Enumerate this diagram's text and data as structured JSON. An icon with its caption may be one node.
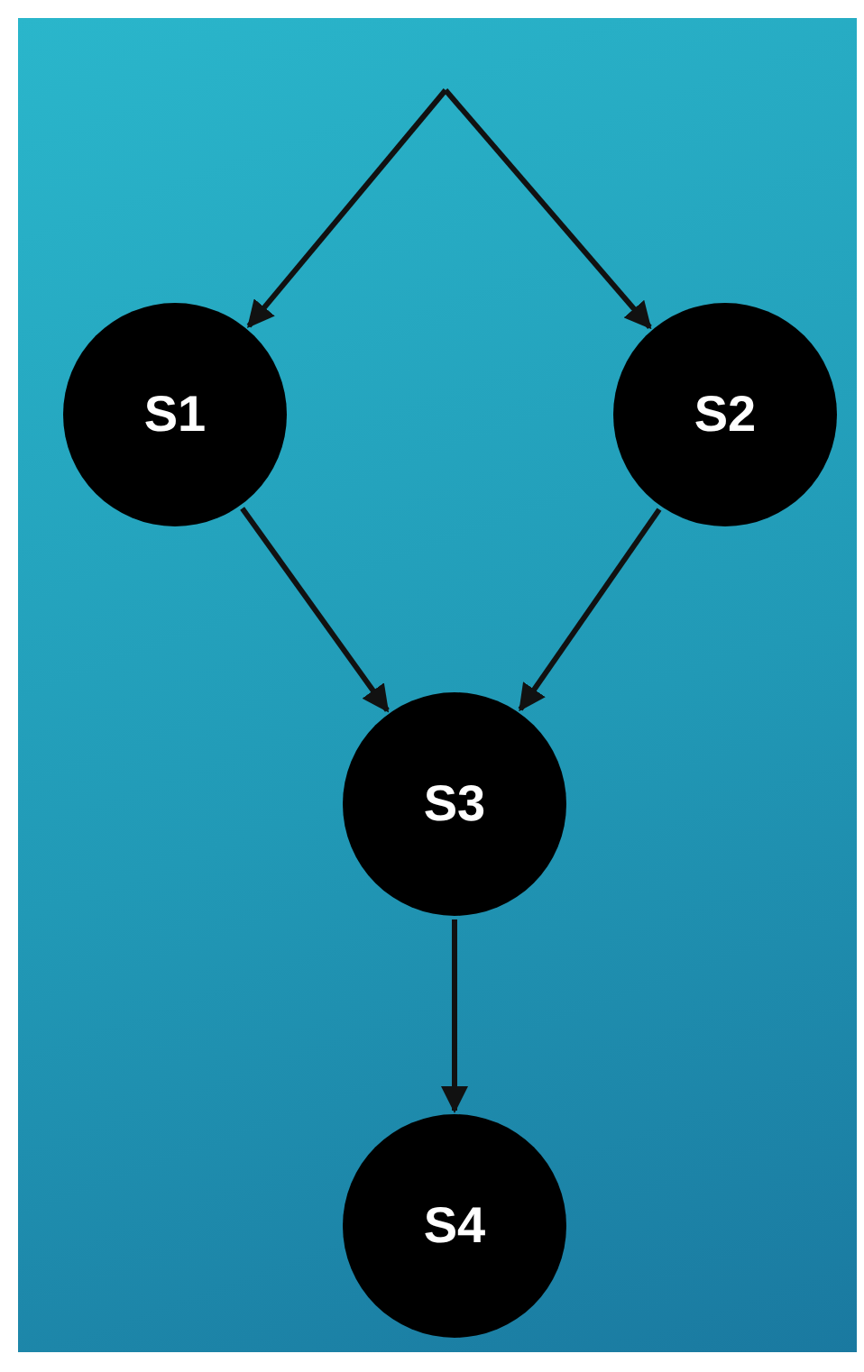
{
  "diagram": {
    "nodes": [
      {
        "text": [
          "S1"
        ]
      },
      {
        "text": [
          "S2"
        ]
      },
      {
        "text": [
          "S3"
        ]
      },
      {
        "text": [
          "S4"
        ]
      }
    ],
    "edges": [
      {
        "from": null,
        "to": 0,
        "arrow": "to"
      },
      {
        "from": null,
        "to": 1,
        "arrow": "to"
      },
      {
        "from": 0,
        "to": 2,
        "arrow": "to"
      },
      {
        "from": 1,
        "to": 2,
        "arrow": "to"
      },
      {
        "from": 2,
        "to": 3,
        "arrow": "to"
      }
    ]
  }
}
